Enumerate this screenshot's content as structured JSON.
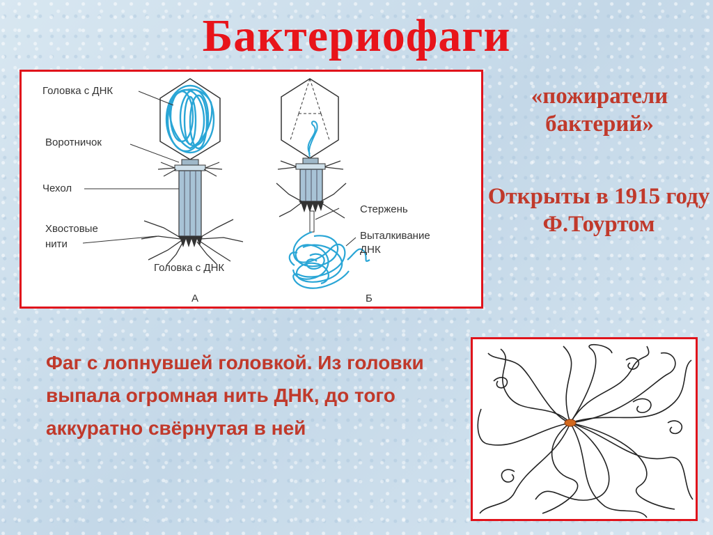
{
  "slide": {
    "title": "Бактериофаги",
    "nickname": "«пожиратели бактерий»",
    "discovered": "Открыты в 1915 году Ф.Тоуртом",
    "caption": "Фаг с лопнувшей головкой. Из головки выпала огромная нить ДНК, до того аккуратно свёрнутая в ней"
  },
  "diagram": {
    "labels": {
      "head_dna": "Головка с ДНК",
      "collar": "Воротничок",
      "sheath": "Чехол",
      "tail_fibers_1": "Хвостовые",
      "tail_fibers_2": "нити",
      "head_dna_bottom": "Головка с ДНК",
      "rod": "Стержень",
      "ejection_1": "Выталкивание",
      "ejection_2": "ДНК",
      "panel_a": "А",
      "panel_b": "Б"
    }
  },
  "colors": {
    "accent_red": "#e8141a",
    "text_red": "#c0392b",
    "dna_blue": "#2aa6d6"
  }
}
